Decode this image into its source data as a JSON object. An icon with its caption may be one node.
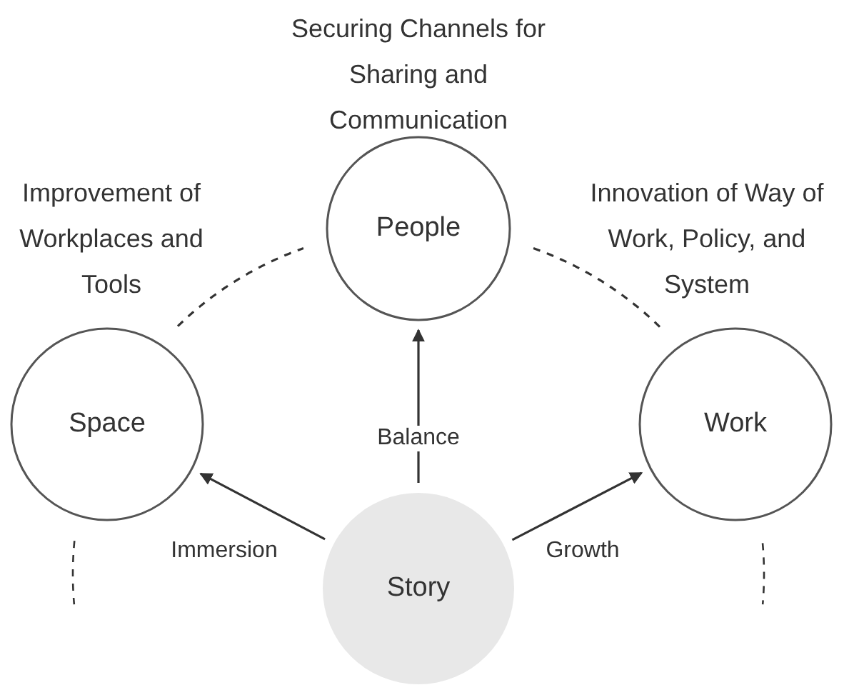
{
  "diagram": {
    "nodes": [
      {
        "text": [
          "People"
        ],
        "beside": [
          "Securing Channels for Sharing and Communication"
        ]
      },
      {
        "text": [
          "Space"
        ],
        "beside": [
          "Improvement of Workplaces and Tools"
        ]
      },
      {
        "text": [
          "Work"
        ],
        "beside": [
          "Innovation of Way of Work, Policy, and System"
        ]
      },
      {
        "text": [
          "Story"
        ]
      }
    ],
    "edges": [
      {
        "from": 3,
        "to": 1,
        "arrow": "to",
        "label": "Immersion"
      },
      {
        "from": 3,
        "to": 0,
        "arrow": "to",
        "label": "Balance"
      },
      {
        "from": 3,
        "to": 2,
        "arrow": "to",
        "label": "Growth"
      },
      {
        "from": 1,
        "to": 0,
        "arrow": "none",
        "style": "dashed"
      },
      {
        "from": 0,
        "to": 2,
        "arrow": "none",
        "style": "dashed"
      }
    ]
  }
}
